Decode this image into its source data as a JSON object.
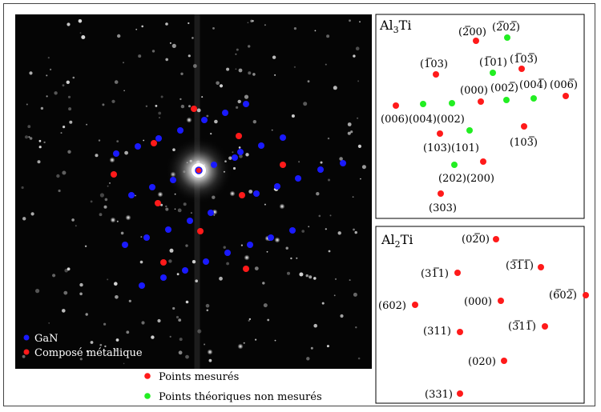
{
  "diffraction_legend": {
    "gan": {
      "label": "GaN",
      "color": "#1a1aff"
    },
    "metal": {
      "label": "Composé métallique",
      "color": "#ff1a1a"
    }
  },
  "bottom_legend": {
    "measured": {
      "label": "Points mesurés",
      "color": "#ff1a1a"
    },
    "theoretical": {
      "label": "Points théoriques non mesurés",
      "color": "#22ee22"
    }
  },
  "panel_al3ti": {
    "title_base": "Al",
    "title_sub": "3",
    "title_rest": "Ti"
  },
  "panel_al2ti": {
    "title_base": "Al",
    "title_sub": "2",
    "title_rest": "Ti"
  },
  "al3ti_points": [
    {
      "label": "(200)",
      "bar": true,
      "type": "measured"
    },
    {
      "label": "(202)",
      "bar": true,
      "type": "theoretical"
    },
    {
      "label": "(103)",
      "bar": true,
      "type": "measured"
    },
    {
      "label": "(101)",
      "bar": true,
      "type": "theoretical"
    },
    {
      "label": "(103)",
      "bar": true,
      "type": "measured"
    },
    {
      "label": "(000)",
      "bar": false,
      "type": "measured"
    },
    {
      "label": "(002)",
      "bar": true,
      "type": "theoretical"
    },
    {
      "label": "(004)",
      "bar": true,
      "type": "theoretical"
    },
    {
      "label": "(006)",
      "bar": true,
      "type": "measured"
    },
    {
      "label": "(006)(004)(002)",
      "bar": false,
      "type": "mixed"
    },
    {
      "label": "(103)(101)",
      "bar": false,
      "type": "mixed"
    },
    {
      "label": "(103)",
      "bar": true,
      "type": "measured"
    },
    {
      "label": "(202)(200)",
      "bar": false,
      "type": "mixed"
    },
    {
      "label": "(303)",
      "bar": false,
      "type": "measured"
    }
  ],
  "al2ti_points": [
    {
      "label": "(020)",
      "bar": true,
      "type": "measured"
    },
    {
      "label": "(311)",
      "bar": true,
      "type": "measured"
    },
    {
      "label": "(311)",
      "bar": true,
      "type": "measured"
    },
    {
      "label": "(602)",
      "bar": false,
      "type": "measured"
    },
    {
      "label": "(000)",
      "bar": false,
      "type": "measured"
    },
    {
      "label": "(602)",
      "bar": true,
      "type": "measured"
    },
    {
      "label": "(311)",
      "bar": false,
      "type": "measured"
    },
    {
      "label": "(311)",
      "bar": true,
      "type": "measured"
    },
    {
      "label": "(020)",
      "bar": false,
      "type": "measured"
    },
    {
      "label": "(331)",
      "bar": false,
      "type": "measured"
    }
  ]
}
